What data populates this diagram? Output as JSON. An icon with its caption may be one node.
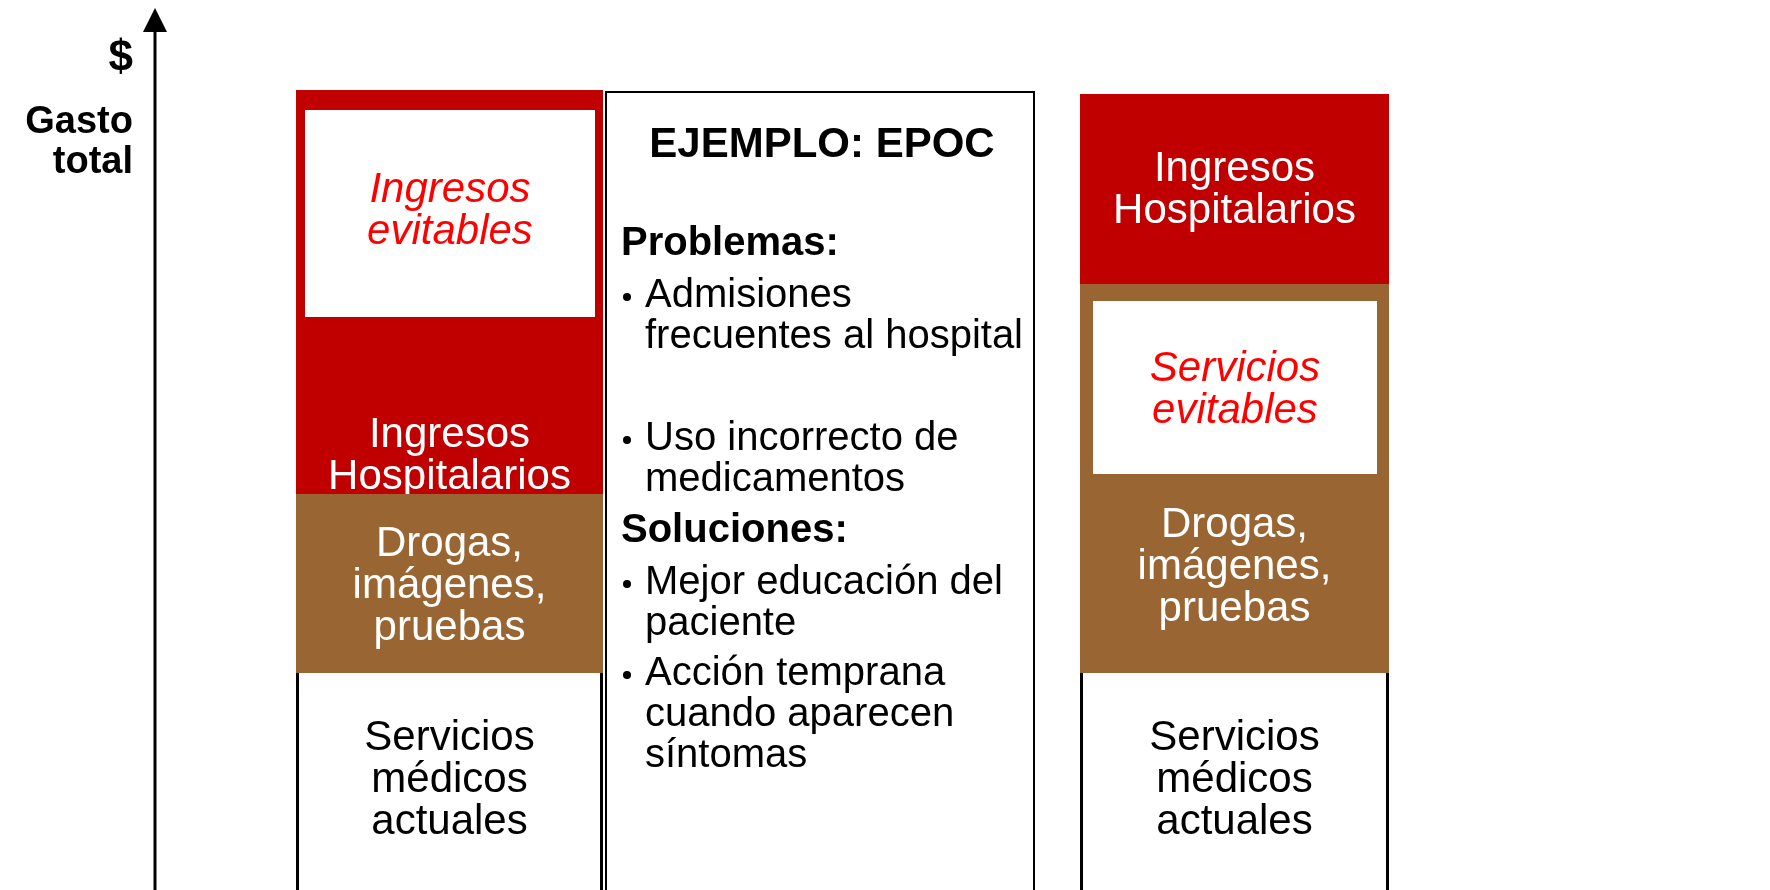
{
  "diagram": {
    "nodes": [
      {
        "text": [
          "Ingresos Hospitalarios"
        ]
      },
      {
        "text": [
          "Ingresos evitables"
        ],
        "in": 0
      },
      {
        "text": [
          "Drogas, imágenes, pruebas"
        ]
      },
      {
        "text": [
          "Servicios médicos actuales"
        ]
      },
      {
        "text": [
          "EJEMPLO: EPOC",
          "Problemas:",
          "Admisiones frecuentes al hospital",
          "Uso incorrecto de medicamentos",
          "Soluciones:",
          "Mejor educación del paciente",
          "Acción temprana cuando aparecen síntomas"
        ]
      },
      {
        "text": [
          "Ingresos Hospitalarios"
        ]
      },
      {
        "text": [
          "Drogas, imágenes, pruebas"
        ]
      },
      {
        "text": [
          "Servicios evitables"
        ],
        "in": 6
      },
      {
        "text": [
          "Servicios médicos actuales"
        ]
      }
    ],
    "labels": [
      "$",
      "Gasto total"
    ]
  }
}
